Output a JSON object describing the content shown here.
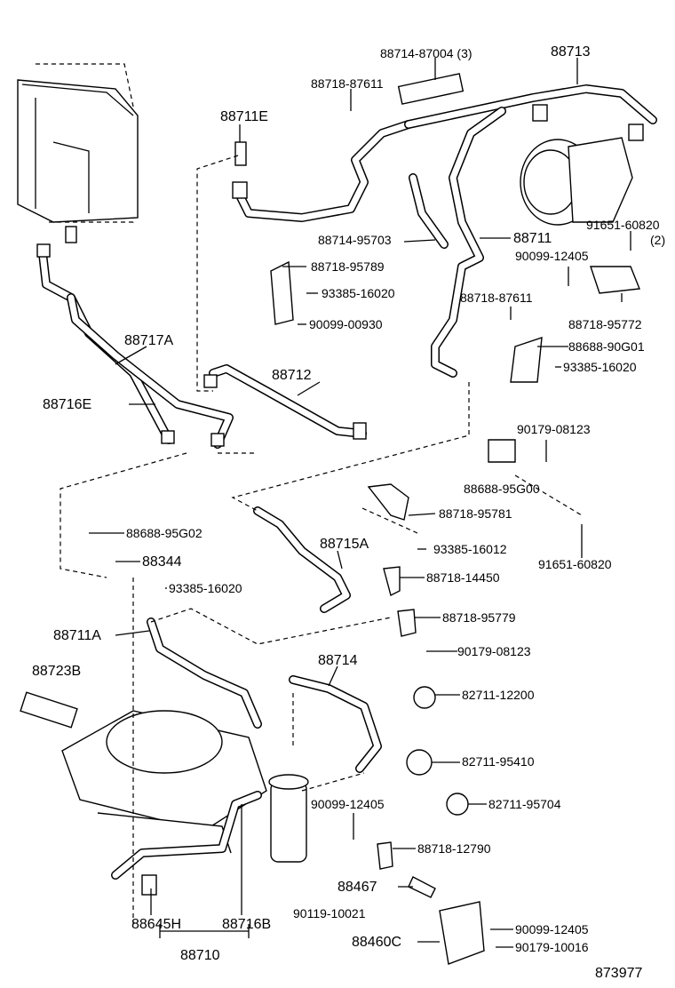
{
  "figure_number": "873977",
  "callouts": [
    {
      "id": "c1",
      "text": "88714-87004 (3)"
    },
    {
      "id": "c2",
      "text": "88713"
    },
    {
      "id": "c3",
      "text": "88718-87611"
    },
    {
      "id": "c4",
      "text": "88711E"
    },
    {
      "id": "c5",
      "text": "91651-60820"
    },
    {
      "id": "c6",
      "text": "(2)"
    },
    {
      "id": "c7",
      "text": "88714-95703"
    },
    {
      "id": "c8",
      "text": "88711"
    },
    {
      "id": "c9",
      "text": "90099-12405"
    },
    {
      "id": "c10",
      "text": "88718-95789"
    },
    {
      "id": "c11",
      "text": "93385-16020"
    },
    {
      "id": "c12",
      "text": "88718-87611"
    },
    {
      "id": "c13",
      "text": "90099-00930"
    },
    {
      "id": "c14",
      "text": "88718-95772"
    },
    {
      "id": "c15",
      "text": "88688-90G01"
    },
    {
      "id": "c16",
      "text": "93385-16020"
    },
    {
      "id": "c17",
      "text": "88717A"
    },
    {
      "id": "c18",
      "text": "88712"
    },
    {
      "id": "c19",
      "text": "88716E"
    },
    {
      "id": "c20",
      "text": "90179-08123"
    },
    {
      "id": "c21",
      "text": "88688-95G00"
    },
    {
      "id": "c22",
      "text": "88718-95781"
    },
    {
      "id": "c23",
      "text": "88688-95G02"
    },
    {
      "id": "c24",
      "text": "88715A"
    },
    {
      "id": "c25",
      "text": "93385-16012"
    },
    {
      "id": "c26",
      "text": "91651-60820"
    },
    {
      "id": "c27",
      "text": "88344"
    },
    {
      "id": "c28",
      "text": "88718-14450"
    },
    {
      "id": "c29",
      "text": "93385-16020"
    },
    {
      "id": "c30",
      "text": "88718-95779"
    },
    {
      "id": "c31",
      "text": "88711A"
    },
    {
      "id": "c32",
      "text": "90179-08123"
    },
    {
      "id": "c33",
      "text": "88714"
    },
    {
      "id": "c34",
      "text": "88723B"
    },
    {
      "id": "c35",
      "text": "82711-12200"
    },
    {
      "id": "c36",
      "text": "82711-95410"
    },
    {
      "id": "c37",
      "text": "90099-12405"
    },
    {
      "id": "c38",
      "text": "82711-95704"
    },
    {
      "id": "c39",
      "text": "88718-12790"
    },
    {
      "id": "c40",
      "text": "88467"
    },
    {
      "id": "c41",
      "text": "90119-10021"
    },
    {
      "id": "c42",
      "text": "90099-12405"
    },
    {
      "id": "c43",
      "text": "88645H"
    },
    {
      "id": "c44",
      "text": "88716B"
    },
    {
      "id": "c45",
      "text": "88460C"
    },
    {
      "id": "c46",
      "text": "90179-10016"
    },
    {
      "id": "c47",
      "text": "88710"
    }
  ]
}
